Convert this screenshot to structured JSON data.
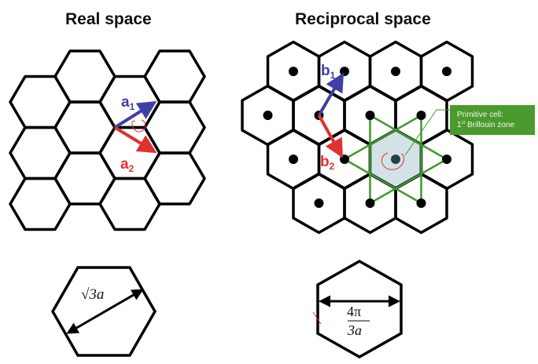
{
  "titles": {
    "real": "Real space",
    "reciprocal": "Reciprocal space"
  },
  "real_space": {
    "lattice": "honeycomb, flat-top hexagons, 4 columns x 3 rows",
    "vectors": [
      {
        "label": "a",
        "sub": "1",
        "color": "#3f3fa6"
      },
      {
        "label": "a",
        "sub": "2",
        "color": "#e03030"
      }
    ],
    "unit_cell_dimension": "√3a"
  },
  "reciprocal_space": {
    "lattice": "hexagonal Brillouin zones with lattice points",
    "vectors": [
      {
        "label": "b",
        "sub": "1",
        "color": "#3f3fa6"
      },
      {
        "label": "b",
        "sub": "2",
        "color": "#e03030"
      }
    ],
    "callout": {
      "line1": "Primitive cell:",
      "line2_prefix": "1",
      "line2_sup": "st",
      "line2_rest": " Brillouin zone",
      "color": "#4b9a2c"
    },
    "zone_fill": "#d3e2e6",
    "star_color": "#3d9a2c",
    "unit_cell_dimension": {
      "numerator": "4π",
      "denominator": "3a"
    }
  }
}
